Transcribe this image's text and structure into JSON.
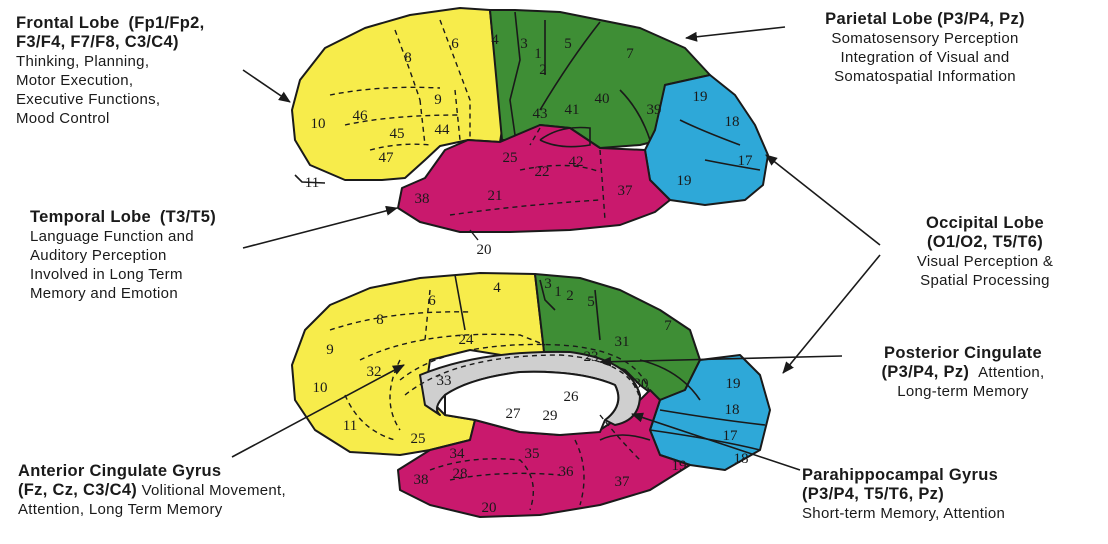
{
  "colors": {
    "frontal": "#F7EC4B",
    "parietal": "#3E8E35",
    "temporal": "#C9196D",
    "occipital": "#2EA8D8",
    "cingulate_white": "#ffffff",
    "corpus_callosum": "#cfcfcf"
  },
  "annotations": {
    "frontal": {
      "title": "Frontal Lobe",
      "electrodes_1": "(Fp1/Fp2,",
      "electrodes_2": "F3/F4, F7/F8, C3/C4)",
      "functions": [
        "Thinking, Planning,",
        "Motor Execution,",
        "Executive Functions,",
        "Mood Control"
      ]
    },
    "parietal": {
      "title": "Parietal Lobe",
      "electrodes": "(P3/P4, Pz)",
      "functions": [
        "Somatosensory Perception",
        "Integration of Visual and",
        "Somatospatial Information"
      ]
    },
    "temporal": {
      "title": "Temporal Lobe",
      "electrodes": "(T3/T5)",
      "functions": [
        "Language Function and",
        "Auditory Perception",
        "Involved in Long Term",
        "Memory and Emotion"
      ]
    },
    "occipital": {
      "title": "Occipital Lobe",
      "electrodes": "(O1/O2, T5/T6)",
      "functions": [
        "Visual Perception &",
        "Spatial Processing"
      ]
    },
    "posterior_cingulate": {
      "title": "Posterior Cingulate",
      "electrodes": "(P3/P4, Pz)",
      "functions_inline": "Attention,",
      "functions": [
        "Long-term Memory"
      ]
    },
    "anterior_cingulate": {
      "title": "Anterior Cingulate Gyrus",
      "electrodes": "(Fz, Cz, C3/C4)",
      "functions_inline": "Volitional Movement,",
      "functions": [
        "Attention, Long Term Memory"
      ]
    },
    "parahippocampal": {
      "title": "Parahippocampal Gyrus",
      "electrodes": "(P3/P4, T5/T6, Pz)",
      "functions": [
        "Short-term Memory, Attention"
      ]
    }
  },
  "lateral_areas": [
    "4",
    "3",
    "1",
    "2",
    "5",
    "6",
    "7",
    "8",
    "9",
    "46",
    "10",
    "45",
    "44",
    "47",
    "11",
    "43",
    "41",
    "40",
    "39",
    "19",
    "18",
    "17",
    "19",
    "25",
    "22",
    "42",
    "38",
    "21",
    "37",
    "20"
  ],
  "medial_areas": [
    "6",
    "4",
    "3",
    "1",
    "2",
    "5",
    "8",
    "7",
    "9",
    "24",
    "31",
    "32",
    "23",
    "10",
    "33",
    "30",
    "19",
    "26",
    "29",
    "27",
    "18",
    "11",
    "25",
    "17",
    "34",
    "35",
    "18",
    "28",
    "36",
    "38",
    "37",
    "19",
    "20"
  ]
}
